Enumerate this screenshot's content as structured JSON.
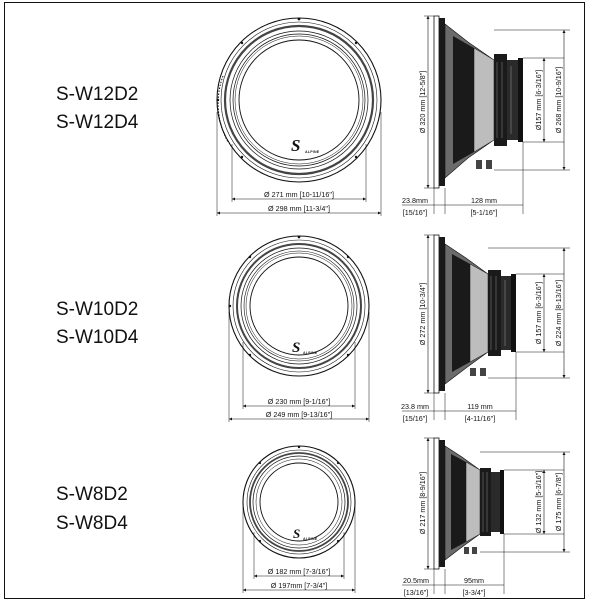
{
  "colors": {
    "line": "#111111",
    "fill_dark": "#1a1a1a",
    "fill_mid": "#6b6b6b",
    "fill_light": "#bdbdbd",
    "background": "#ffffff"
  },
  "brand": {
    "logo_text": "ALPINE",
    "badge_letter": "S"
  },
  "units": [
    {
      "models": [
        "S-W12D2",
        "S-W12D4"
      ],
      "cutout_dia": "Ø 271  mm [10-11/16\"]",
      "outer_dia": "Ø 298  mm [11-3/4\"]",
      "frame_dia": "Ø 320  mm [12-5/8\"]",
      "magnet_dia": "Ø157 mm [6-3/16\"]",
      "basket_dia": "Ø 268 mm [10-9/16\"]",
      "flange_depth": "23.8mm",
      "flange_depth_in": "[15/16\"]",
      "mount_depth": "128  mm",
      "mount_depth_in": "[5-1/16\"]"
    },
    {
      "models": [
        "S-W10D2",
        "S-W10D4"
      ],
      "cutout_dia": "Ø 230  mm [9-1/16\"]",
      "outer_dia": "Ø 249  mm [9-13/16\"]",
      "frame_dia": "Ø 272  mm [10-3/4\"]",
      "magnet_dia": "Ø 157 mm [6-3/16\"]",
      "basket_dia": "Ø 224 mm [8-13/16\"]",
      "flange_depth": "23.8  mm",
      "flange_depth_in": "[15/16\"]",
      "mount_depth": "119  mm",
      "mount_depth_in": "[4-11/16\"]"
    },
    {
      "models": [
        "S-W8D2",
        "S-W8D4"
      ],
      "cutout_dia": "Ø  182  mm [7-3/16\"]",
      "outer_dia": "Ø  197mm [7-3/4\"]",
      "frame_dia": "Ø 217  mm [8-9/16\"]",
      "magnet_dia": "Ø 132  mm [5-3/16\"]",
      "basket_dia": "Ø 175 mm [6-7/8\"]",
      "flange_depth": "20.5mm",
      "flange_depth_in": "[13/16\"]",
      "mount_depth": "95mm",
      "mount_depth_in": "[3-3/4\"]"
    }
  ]
}
